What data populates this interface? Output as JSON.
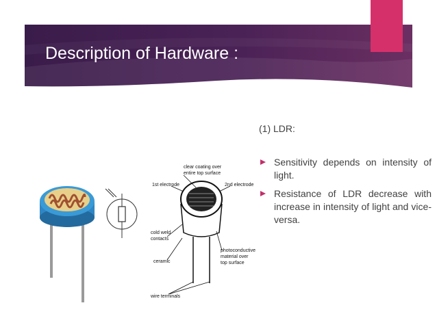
{
  "slide": {
    "title": "Description of Hardware :",
    "colors": {
      "banner_dark": "#3a1c4a",
      "banner_light": "#6b2f62",
      "accent": "#d6306a",
      "bullet": "#c0306a",
      "text": "#404040"
    }
  },
  "content": {
    "subheading": "(1) LDR:",
    "bullets": [
      "Sensitivity depends on intensity of light.",
      "Resistance of LDR decrease with increase in intensity of light and vice-versa."
    ]
  },
  "figure": {
    "labels": {
      "coating": "clear coating over",
      "coating2": "entire top surface",
      "electrode1": "1st electrode",
      "electrode2": "2nd electrode",
      "cold_weld": "cold weld",
      "contacts": "contacts",
      "ceramic": "ceramic",
      "photo1": "photoconductive",
      "photo2": "material over",
      "photo3": "top surface",
      "terminals": "wire terminals"
    },
    "icons": [
      "ldr-photo-icon",
      "ldr-symbol-icon",
      "ldr-diagram-icon"
    ]
  }
}
